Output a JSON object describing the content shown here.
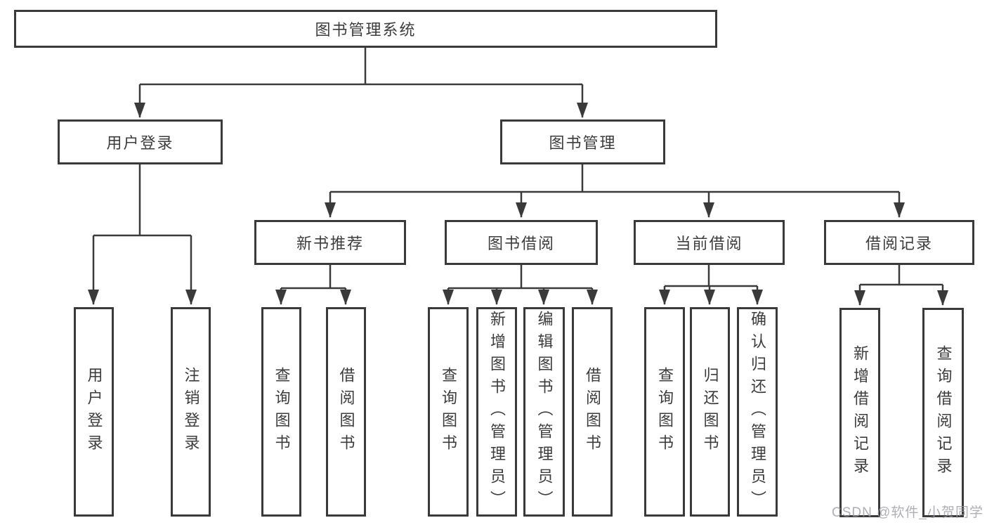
{
  "diagram": {
    "nodes": {
      "root": "图书管理系统",
      "user_login": "用户登录",
      "book_management": "图书管理",
      "new_book_recommend": "新书推荐",
      "book_borrowing": "图书借阅",
      "current_borrowing": "当前借阅",
      "borrowing_records": "借阅记录",
      "login_user_login": "用户登录",
      "login_logout": "注销登录",
      "recommend_query_books": "查询图书",
      "recommend_borrow_books": "借阅图书",
      "borrowing_query_books": "查询图书",
      "borrowing_add_books": "新增图书（管理员）",
      "borrowing_edit_books": "编辑图书（管理员）",
      "borrowing_borrow_books": "借阅图书",
      "current_query_books": "查询图书",
      "current_return_books": "归还图书",
      "current_confirm_return": "确认归还（管理员）",
      "records_add_record": "新增借阅记录",
      "records_query_record": "查询借阅记录"
    }
  },
  "watermark": {
    "text": "CSDN @软件_小贺同学"
  },
  "colors": {
    "line": "#3a3a3a",
    "text": "#3c3c3c",
    "background": "#ffffff",
    "watermark": "#9b9ba1"
  }
}
